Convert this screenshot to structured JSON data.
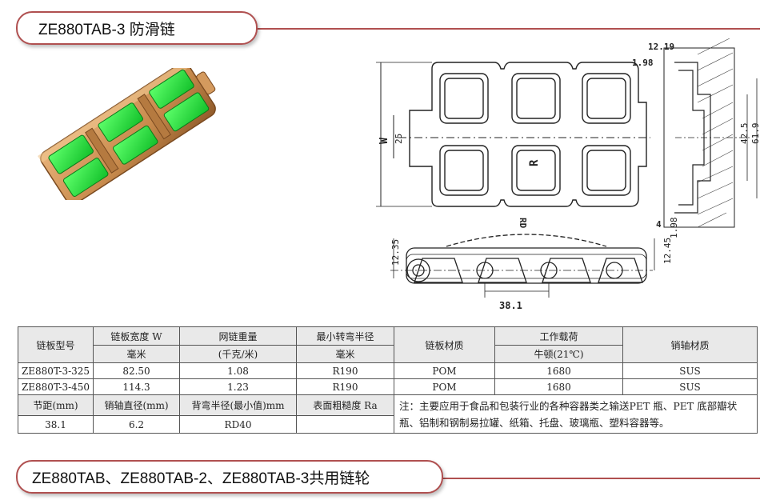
{
  "header": {
    "title": "ZE880TAB-3 防滑链"
  },
  "footer": {
    "title": "ZE880TAB、ZE880TAB-2、ZE880TAB-3共用链轮"
  },
  "drawing": {
    "dim_12_19": "12.19",
    "dim_1_98_top": "1.98",
    "dim_w": "W",
    "dim_25": "25",
    "dim_r": "R",
    "dim_42_5": "42.5",
    "dim_61_9": "61.9",
    "dim_4": "4",
    "dim_rd": "RD",
    "dim_1_98_side": "1.98",
    "dim_12_35": "12.35",
    "dim_12_45": "12.45",
    "dim_38_1": "38.1"
  },
  "table": {
    "h_model": "链板型号",
    "h_width": "链板宽度 W",
    "h_width_unit": "毫米",
    "h_weight": "网链重量",
    "h_weight_unit": "(千克/米)",
    "h_radius": "最小转弯半径",
    "h_radius_unit": "毫米",
    "h_material": "链板材质",
    "h_load": "工作载荷",
    "h_load_unit": "牛顿(21℃)",
    "h_pin": "销轴材质",
    "rows": [
      {
        "model": "ZE880T-3-325",
        "width": "82.50",
        "weight": "1.08",
        "radius": "R190",
        "material": "POM",
        "load": "1680",
        "pin": "SUS"
      },
      {
        "model": "ZE880T-3-450",
        "width": "114.3",
        "weight": "1.23",
        "radius": "R190",
        "material": "POM",
        "load": "1680",
        "pin": "SUS"
      }
    ],
    "h_pitch": "节距(mm)",
    "h_pin_dia": "销轴直径(mm)",
    "h_back_radius": "背弯半径(最小值)mm",
    "h_roughness": "表面粗糙度 Ra",
    "pitch": "38.1",
    "pin_dia": "6.2",
    "back_radius": "RD40",
    "roughness": "",
    "note": "注：主要应用于食品和包装行业的各种容器类之输送PET 瓶、PET 底部瓣状瓶、铝制和钢制易拉罐、纸箱、托盘、玻璃瓶、塑料容器等。"
  }
}
